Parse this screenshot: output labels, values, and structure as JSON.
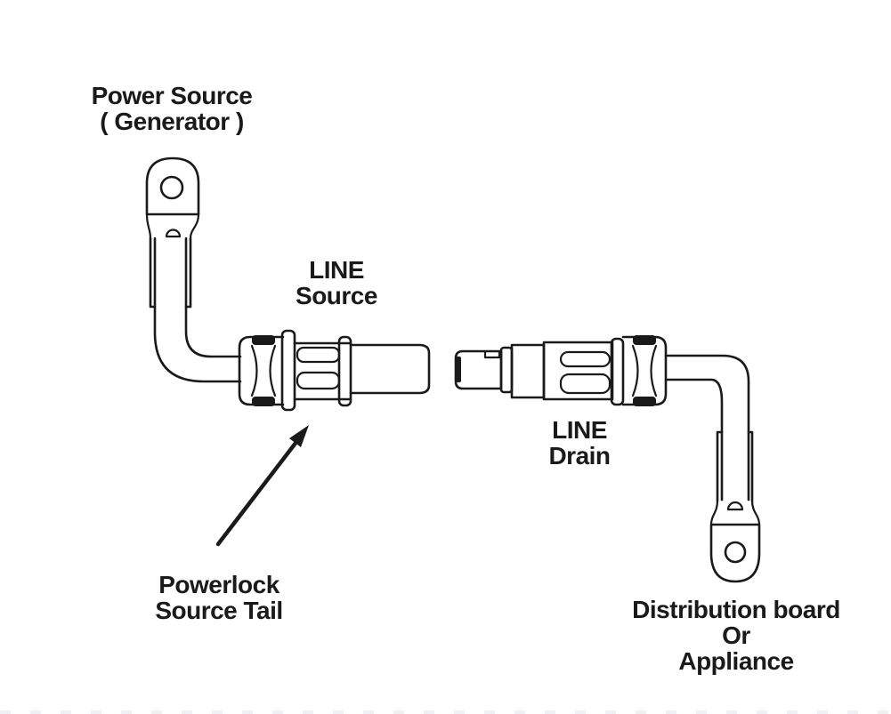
{
  "labels": {
    "power_source": {
      "line1": "Power Source",
      "line2": "( Generator )"
    },
    "line_source": {
      "line1": "LINE",
      "line2": "Source"
    },
    "line_drain": {
      "line1": "LINE",
      "line2": "Drain"
    },
    "powerlock_tail": {
      "line1": "Powerlock",
      "line2": "Source Tail"
    },
    "distribution": {
      "line1": "Distribution board",
      "line2": "Or",
      "line3": "Appliance"
    }
  },
  "colors": {
    "ink": "#1a1a1a",
    "background": "#ffffff"
  }
}
